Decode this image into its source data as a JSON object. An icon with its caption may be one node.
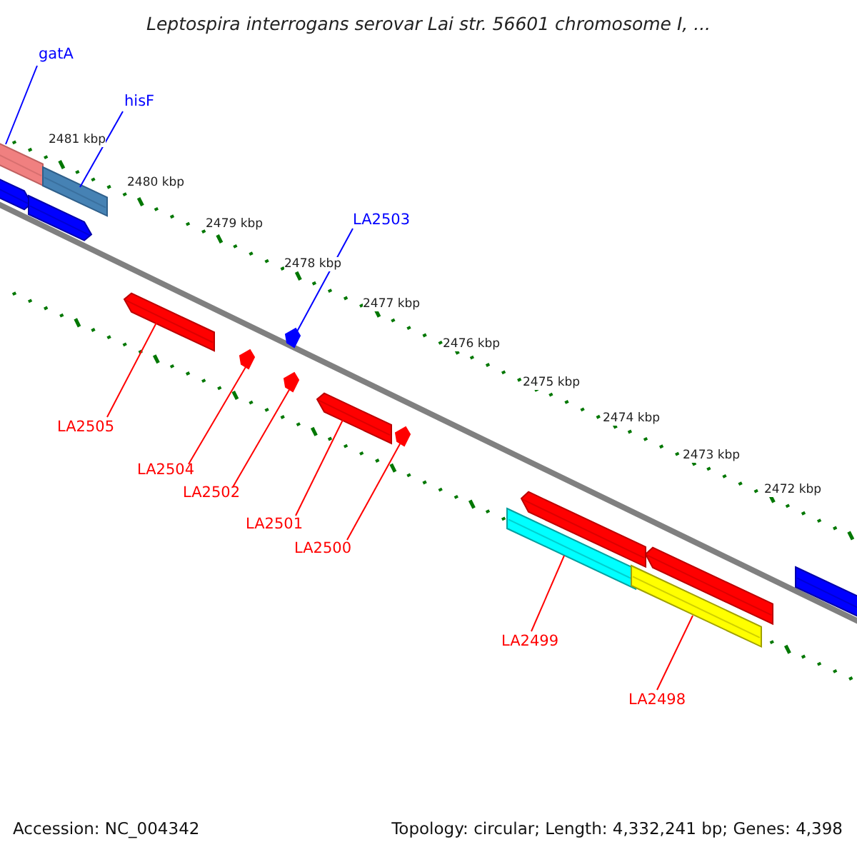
{
  "diagram": {
    "title": "Leptospira interrogans serovar Lai str. 56601 chromosome I, ...",
    "nodes": [
      {
        "text": [
          "gatA"
        ]
      },
      {
        "text": [
          "hisF"
        ]
      },
      {
        "text": [
          "LA2503"
        ]
      },
      {
        "text": [
          "LA2505"
        ]
      },
      {
        "text": [
          "LA2504"
        ]
      },
      {
        "text": [
          "LA2502"
        ]
      },
      {
        "text": [
          "LA2501"
        ]
      },
      {
        "text": [
          "LA2500"
        ]
      },
      {
        "text": [
          "LA2499"
        ]
      },
      {
        "text": [
          "LA2498"
        ]
      },
      {
        "text": [],
        "shape": "bar"
      },
      {
        "text": [],
        "shape": "bar"
      },
      {
        "text": [],
        "shape": "arrow"
      },
      {
        "text": [],
        "shape": "bar"
      },
      {
        "text": [],
        "shape": "arrow"
      },
      {
        "text": [],
        "shape": "arrow"
      },
      {
        "text": [],
        "shape": "bar"
      },
      {
        "text": [],
        "shape": "arrow"
      },
      {
        "text": [],
        "shape": "bar"
      },
      {
        "text": [],
        "shape": "bar"
      }
    ],
    "edges": [
      {
        "from": 0,
        "to": 10,
        "arrow": "none",
        "color": "#0000ff"
      },
      {
        "from": 1,
        "to": 11,
        "arrow": "none",
        "color": "#0000ff"
      },
      {
        "from": 2,
        "to": 12,
        "arrow": "none",
        "color": "#0000ff"
      },
      {
        "from": 3,
        "to": 13,
        "arrow": "none"
      },
      {
        "from": 4,
        "to": 14,
        "arrow": "none"
      },
      {
        "from": 5,
        "to": 15,
        "arrow": "none"
      },
      {
        "from": 6,
        "to": 16,
        "arrow": "none"
      },
      {
        "from": 7,
        "to": 17,
        "arrow": "none"
      },
      {
        "from": 8,
        "to": 18,
        "arrow": "none"
      },
      {
        "from": 9,
        "to": 19,
        "arrow": "none"
      }
    ],
    "labels": [
      "2481 kbp",
      "2480 kbp",
      "2479 kbp",
      "2478 kbp",
      "2477 kbp",
      "2476 kbp",
      "2475 kbp",
      "2474 kbp",
      "2473 kbp",
      "2472 kbp",
      "Accession: NC_004342",
      "Topology: circular; Length: 4,332,241 bp; Genes: 4,398"
    ]
  }
}
